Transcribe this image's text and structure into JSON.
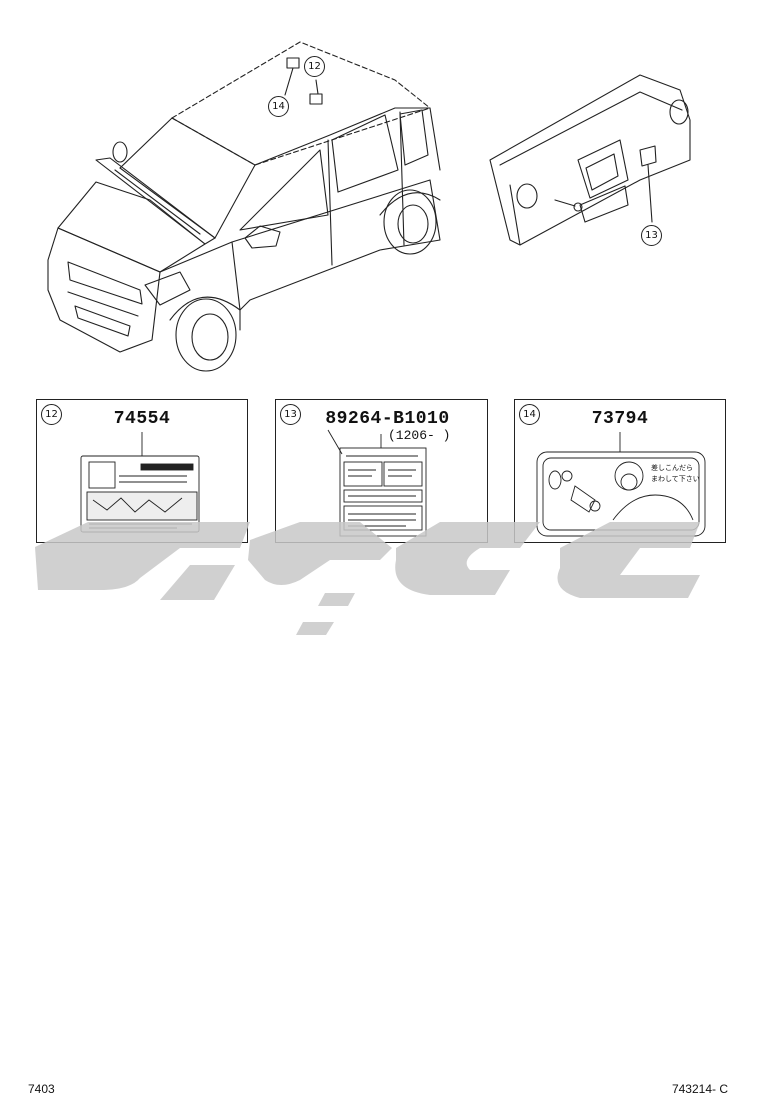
{
  "callouts": {
    "windshield_12": "12",
    "windshield_14": "14",
    "dash_13": "13"
  },
  "panels": [
    {
      "id": "12",
      "number": "74554"
    },
    {
      "id": "13",
      "number": "89264-B1010",
      "sub": "(1206-      )"
    },
    {
      "id": "14",
      "number": "73794",
      "label_text_line1": "差しこんだら",
      "label_text_line2": "まわして下さい"
    }
  ],
  "footer": {
    "left": "7403",
    "right": "743214- C"
  },
  "watermark_color": "#c8c8c8"
}
